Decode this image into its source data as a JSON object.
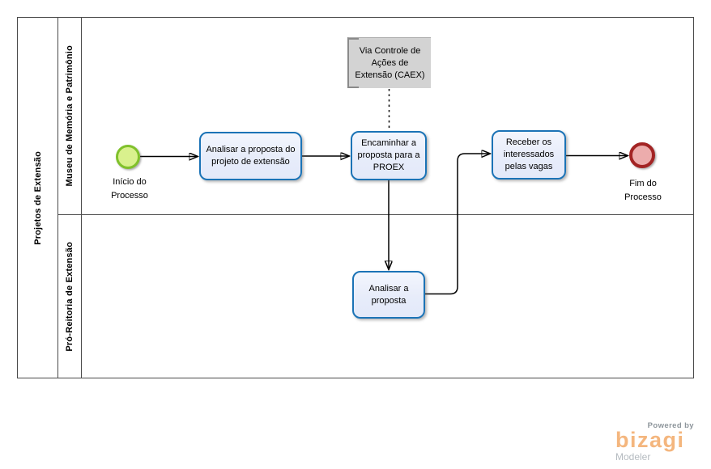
{
  "diagram": {
    "pool": {
      "label": "Projetos de Extensão"
    },
    "lanes": [
      {
        "id": "lane-museu",
        "label": "Museu de Memória e Patrimônio"
      },
      {
        "id": "lane-proex",
        "label": "Pró-Reitoria de Extensão"
      }
    ],
    "start_event": {
      "label": "Início do Processo",
      "lane": "Museu de Memória e Patrimônio"
    },
    "end_event": {
      "label": "Fim do Processo",
      "lane": "Museu de Memória e Patrimônio"
    },
    "tasks": [
      {
        "id": "analisar-proposta-projeto",
        "label": "Analisar a proposta do projeto de extensão",
        "lane": "Museu de Memória e Patrimônio"
      },
      {
        "id": "encaminhar-proposta-proex",
        "label": "Encaminhar a proposta para a PROEX",
        "lane": "Museu de Memória e Patrimônio"
      },
      {
        "id": "receber-interessados",
        "label": "Receber os interessados pelas vagas",
        "lane": "Museu de Memória e Patrimônio"
      },
      {
        "id": "analisar-proposta",
        "label": "Analisar a proposta",
        "lane": "Pró-Reitoria de Extensão"
      }
    ],
    "annotation": {
      "label": "Via Controle de Ações de Extensão (CAEX)"
    }
  },
  "branding": {
    "powered_by": "Powered by",
    "brand": "bizagi",
    "product": "Modeler"
  },
  "colors": {
    "task_fill": "#e8edfa",
    "task_border": "#1b73b6",
    "start_event_fill": "#d9f18d",
    "start_event_border": "#80c12b",
    "end_event_fill": "#ecacac",
    "end_event_border": "#a32424",
    "annotation_fill": "#d3d3d3",
    "annotation_bracket": "#8a8a8a",
    "pool_border": "#4a4a4a",
    "connector": "#000000",
    "brand_orange": "#f4b67e",
    "brand_gray": "#8d959b"
  }
}
